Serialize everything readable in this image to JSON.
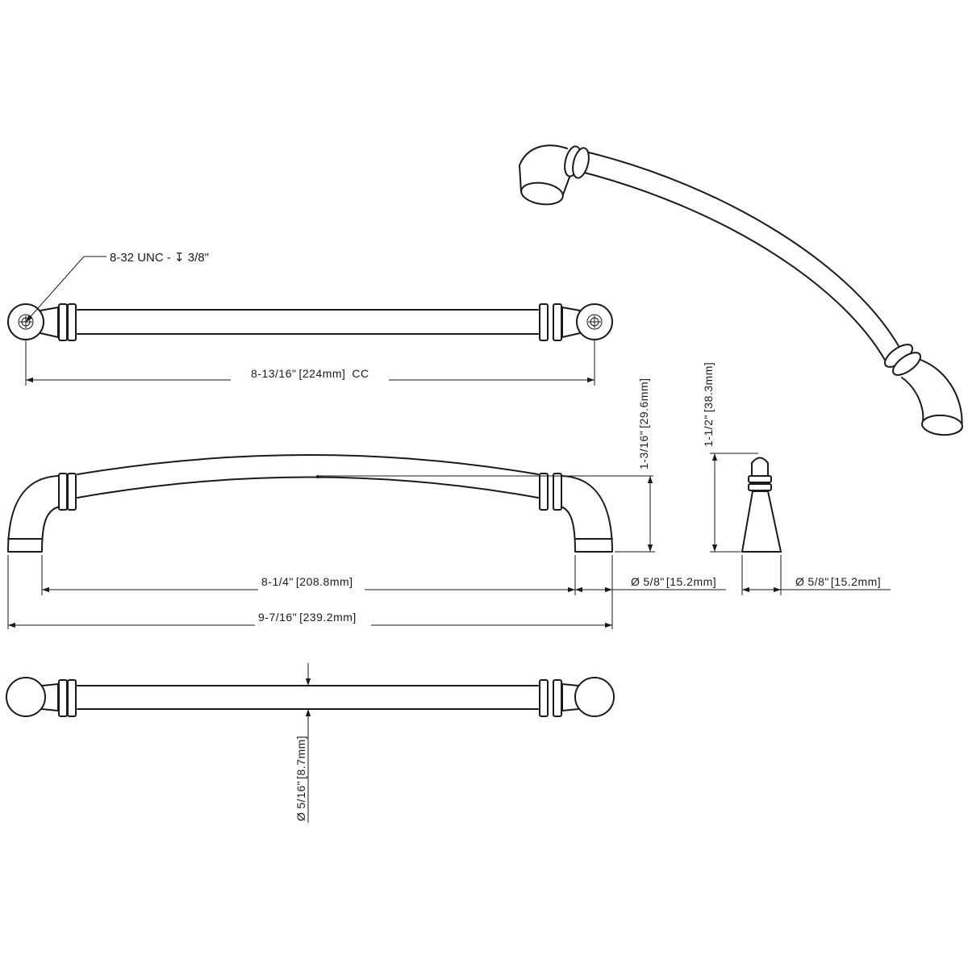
{
  "callouts": {
    "thread": "8-32 UNC - ",
    "thread_depth_symbol": "↧",
    "thread_depth": " 3/8\""
  },
  "dimensions": {
    "cc_in": "8-13/16\"",
    "cc_mm": "224mm",
    "cc_suffix": "CC",
    "inner_span_in": "8-1/4\"",
    "inner_span_mm": "208.8mm",
    "overall_length_in": "9-7/16\"",
    "overall_length_mm": "239.2mm",
    "base_dia_in": "5/8\"",
    "base_dia_mm": "15.2mm",
    "side_base_dia_in": "5/8\"",
    "side_base_dia_mm": "15.2mm",
    "arch_height_in": "1-3/16\"",
    "arch_height_mm": "29.6mm",
    "projection_in": "1-1/2\"",
    "projection_mm": "38.3mm",
    "bar_dia_in": "5/16\"",
    "bar_dia_mm": "8.7mm",
    "diameter_symbol": "Ø"
  },
  "colors": {
    "line": "#1a1a1a",
    "background": "#ffffff"
  }
}
